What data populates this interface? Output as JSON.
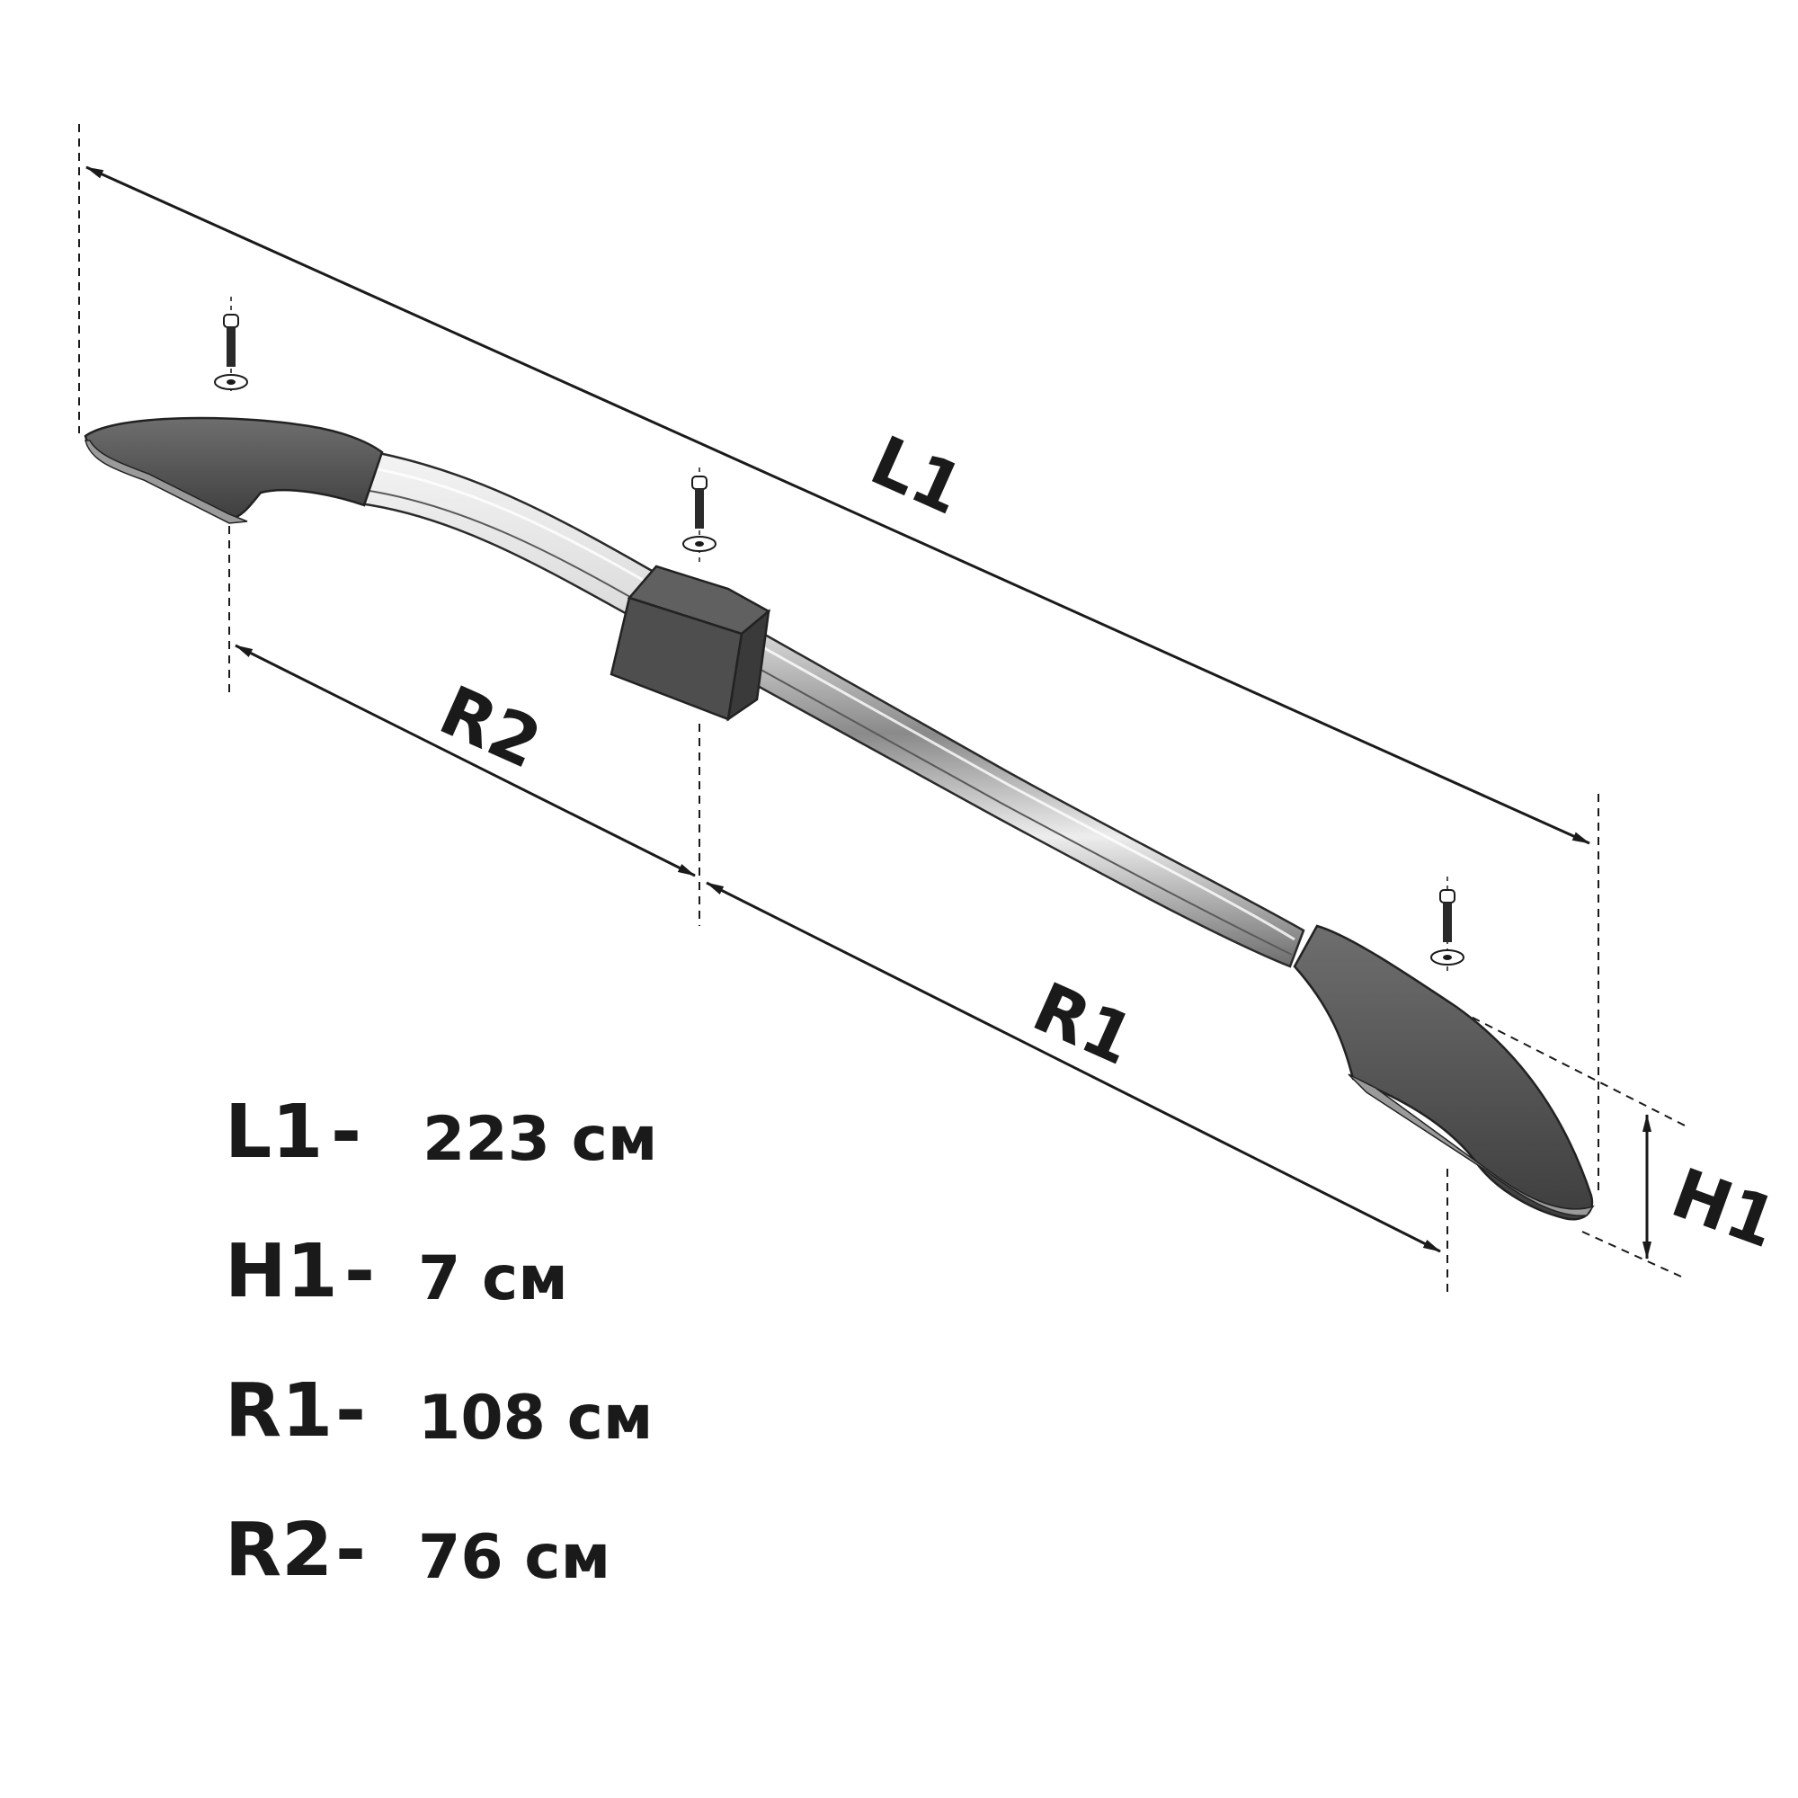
{
  "dimension_labels": {
    "l1": "L1",
    "r2": "R2",
    "r1": "R1",
    "h1": "H1"
  },
  "specs": [
    {
      "key": "L1",
      "separator": "-",
      "value": "223 см"
    },
    {
      "key": "H1",
      "separator": "-",
      "value": "7 см"
    },
    {
      "key": "R1",
      "separator": "-",
      "value": "108 см"
    },
    {
      "key": "R2",
      "separator": "-",
      "value": "76 см"
    }
  ],
  "colors": {
    "rail_silver": "#c8c8c8",
    "end_cap": "#555555",
    "lines": "#1a1a1a"
  }
}
